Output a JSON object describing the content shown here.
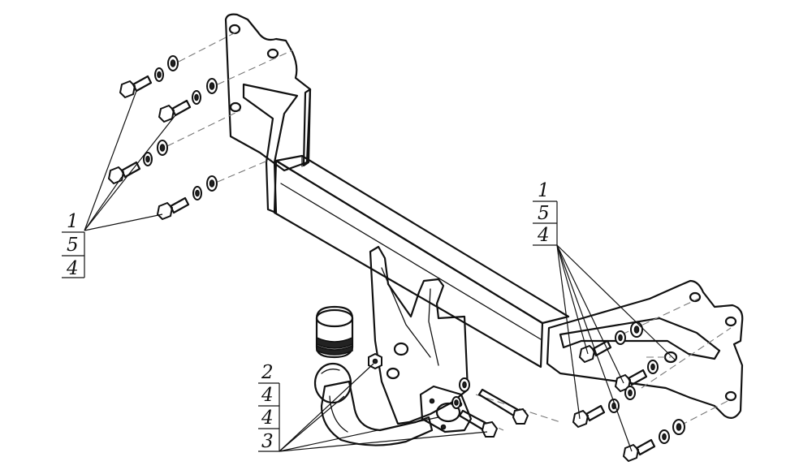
{
  "callouts": {
    "left": [
      "1",
      "5",
      "4"
    ],
    "right": [
      "1",
      "5",
      "4"
    ],
    "ball": [
      "2",
      "4",
      "4",
      "3"
    ]
  }
}
